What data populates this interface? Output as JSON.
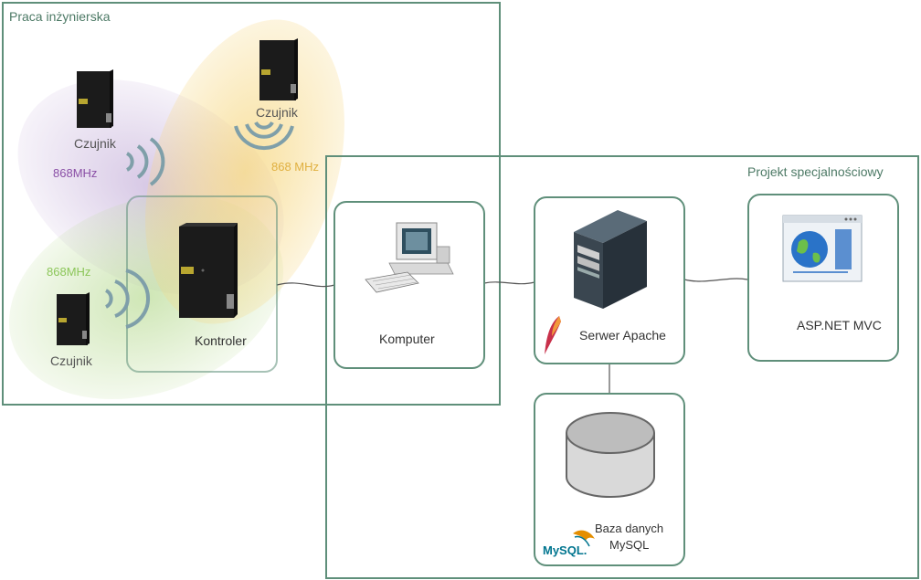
{
  "groups": {
    "engineering": "Praca inżynierska",
    "specialization": "Projekt specjalnościowy"
  },
  "sensors": [
    {
      "label": "Czujnik",
      "freq": "868MHz",
      "color": "#8a4fa6"
    },
    {
      "label": "Czujnik",
      "freq": "868 MHz",
      "color": "#e0b040"
    },
    {
      "label": "Czujnik",
      "freq": "868MHz",
      "color": "#8cc65a"
    }
  ],
  "nodes": {
    "controller": "Kontroler",
    "computer": "Komputer",
    "server": "Serwer Apache",
    "app": "ASP.NET MVC",
    "db_line1": "Baza danych",
    "db_line2": "MySQL",
    "mysql_logo": "MySQL."
  },
  "colors": {
    "frame": "#5f8f7a",
    "purple_zone": "#b69bd0",
    "yellow_zone": "#f6d67e",
    "green_zone": "#b5d98e",
    "wave": "#7f9fa9"
  }
}
